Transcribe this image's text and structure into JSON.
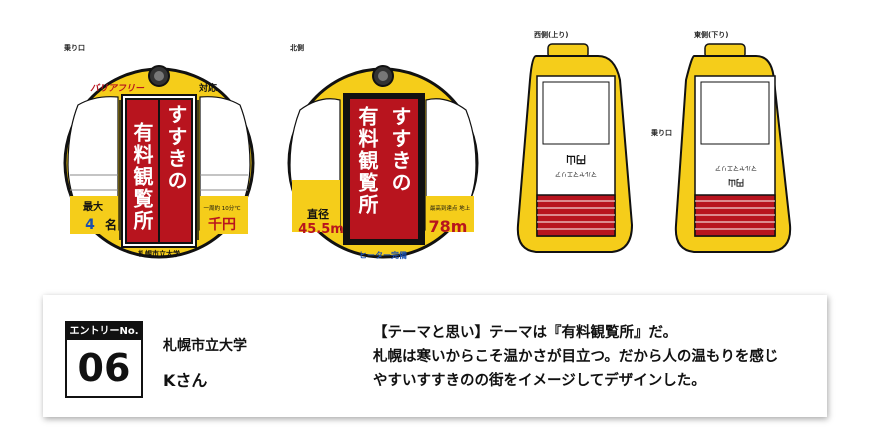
{
  "labels": {
    "entrance_top": "乗り口",
    "north_side": "北側",
    "west_side": "西側(上り)",
    "east_side": "東側(下り)",
    "entrance_side": "乗り口"
  },
  "sign": {
    "line1": "すすきの",
    "line2": "有料観覧所",
    "barrier_free": "バリアフリー",
    "taiou": "対応",
    "capacity_title": "最大",
    "capacity_value": "4",
    "capacity_unit": "名",
    "price": "千円",
    "min_temp": "一周約 10分℃",
    "sapporo_uni": "札幌市立大学",
    "diameter_label": "直径",
    "diameter_value": "45.5m",
    "height_label": "最高到達点 地上",
    "height_value": "78m",
    "heater": "ヒーター完備",
    "logo_text": "円山",
    "logo_sub": "マルヤマエリア"
  },
  "entry": {
    "header": "エントリーNo.",
    "number": "06",
    "university": "札幌市立大学",
    "name": "Kさん",
    "description": [
      "【テーマと思い】テーマは『有料観覧所』だ。",
      "札幌は寒いからこそ温かさが目立つ。だから人の温もりを感じ",
      "やすいすすきのの街をイメージしてデザインした。"
    ]
  },
  "colors": {
    "yellow": "#f5cd1a",
    "red": "#b8141e",
    "dark": "#111111"
  }
}
